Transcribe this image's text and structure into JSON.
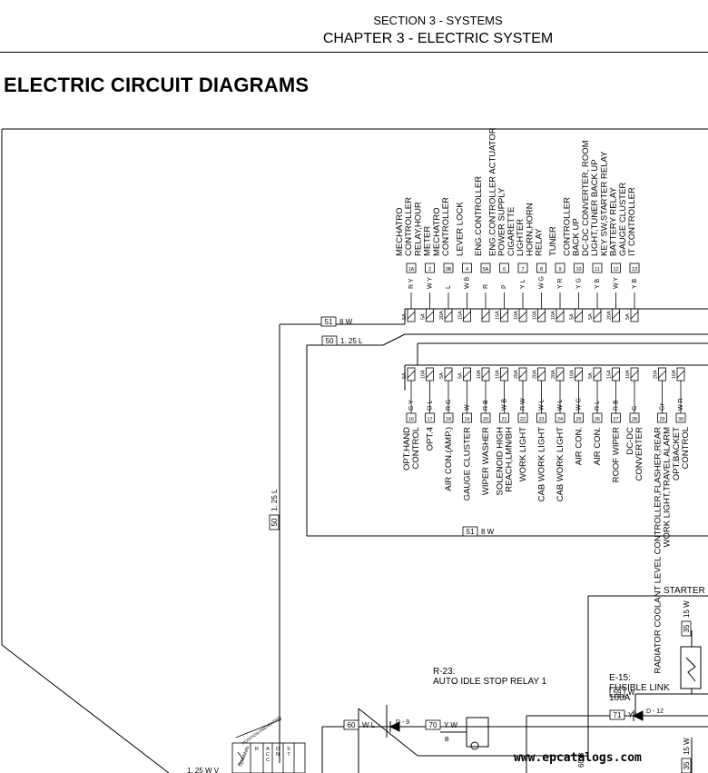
{
  "header": {
    "section": "SECTION 3 - SYSTEMS",
    "chapter": "CHAPTER 3 - ELECTRIC SYSTEM"
  },
  "page_title": "ELECTRIC CIRCUIT DIAGRAMS",
  "top_fuses": [
    {
      "label": "MECHATRO CONTROLLER",
      "num": "1A",
      "wire": "R Y",
      "amp": "5A"
    },
    {
      "label": "RELAY,HOUR METER",
      "num": "2",
      "wire": "W Y",
      "amp": "5A"
    },
    {
      "label": "MECHATRO CONTROLLER",
      "num": "3B",
      "wire": "L",
      "amp": "20A"
    },
    {
      "label": "LEVER LOCK",
      "num": "4",
      "wire": "W B",
      "amp": "15A"
    },
    {
      "label": "ENG.CONTROLLER",
      "num": "5A",
      "wire": "R",
      "amp": ""
    },
    {
      "label": "ENG.CONTROLLER ACTUATOR POWER SUPPLY",
      "num": "6",
      "wire": "P",
      "amp": "15A"
    },
    {
      "label": "CIGARETTE LIGHTER",
      "num": "7",
      "wire": "Y L",
      "amp": "10A"
    },
    {
      "label": "HORN,HORN RELAY",
      "num": "8",
      "wire": "W G",
      "amp": "10A"
    },
    {
      "label": "TUNER",
      "num": "9",
      "wire": "Y R",
      "amp": "10A"
    },
    {
      "label": "CONTROLLER BACK UP",
      "num": "10",
      "wire": "Y G",
      "amp": "5A"
    },
    {
      "label": "DC-DC CONVERTER, ROOM LIGHT,TUNER BACK UP",
      "num": "11",
      "wire": "Y B",
      "amp": "5A"
    },
    {
      "label": "KEY SW,STARTER RELAY BATTERY RELAY",
      "num": "12",
      "wire": "W Y",
      "amp": "20A"
    },
    {
      "label": "GAUGE CLUSTER IT CONTROLLER",
      "num": "13",
      "wire": "Y B",
      "amp": "5A"
    }
  ],
  "bottom_fuses": [
    {
      "label": "OPT.HAND CONTROL",
      "num": "16",
      "wire": "G Y",
      "amp": "5A"
    },
    {
      "label": "OPT.4",
      "num": "17",
      "wire": "O L",
      "amp": "10A"
    },
    {
      "label": "AIR CON.(AMP.)",
      "num": "18",
      "wire": "R G",
      "amp": "5A"
    },
    {
      "label": "GAUGE CLUSTER",
      "num": "19",
      "wire": "W",
      "amp": "5A"
    },
    {
      "label": "WIPER WASHER",
      "num": "20",
      "wire": "R B",
      "amp": "10A"
    },
    {
      "label": "SOLENOID HIGH REACH,LMN/BH",
      "num": "21",
      "wire": "W B",
      "amp": "10A"
    },
    {
      "label": "WORK LIGHT",
      "num": "22",
      "wire": "R W",
      "amp": "20A"
    },
    {
      "label": "CAB WORK LIGHT",
      "num": "23",
      "wire": "W L",
      "amp": "20A"
    },
    {
      "label": "CAB WORK LIGHT",
      "num": "24",
      "wire": "W L",
      "amp": "20A"
    },
    {
      "label": "AIR CON.",
      "num": "25",
      "wire": "W G",
      "amp": "10A"
    },
    {
      "label": "AIR CON.",
      "num": "26",
      "wire": "R L",
      "amp": "5A"
    },
    {
      "label": "ROOF WIPER",
      "num": "27",
      "wire": "R B",
      "amp": "15A"
    },
    {
      "label": "DC-DC CONVERTER",
      "num": "28",
      "wire": "G",
      "amp": "10A"
    },
    {
      "label": "RADIATOR COOLANT LEVEL CONTROLLER,FLASHER,REAR WORK LIGHT,TRAVEL ALARM",
      "num": "29",
      "wire": "Gr",
      "amp": "20A"
    },
    {
      "label": "OPT.BACKET CONTROL",
      "num": "30",
      "wire": "W R",
      "amp": "10A"
    }
  ],
  "wires": {
    "w51_top": {
      "num": "51",
      "spec": "8 W"
    },
    "w50_top": {
      "num": "50",
      "spec": "1. 25 L"
    },
    "w50_vert": {
      "num": "50",
      "spec": "1. 25 L"
    },
    "w51_bottom": {
      "num": "51",
      "spec": "8 W"
    },
    "w60": {
      "num": "60",
      "spec": "W L"
    },
    "w70": {
      "num": "70",
      "spec": "Y W"
    },
    "w59": {
      "num": "59",
      "spec": "W"
    },
    "w71": {
      "num": "71",
      "spec": "Y L"
    },
    "w35_top": {
      "num": "35",
      "spec": "15 W"
    },
    "w35_bottom": {
      "num": "35",
      "spec": "15 W"
    },
    "w60b": {
      "spec": "60 B"
    },
    "w_low": {
      "spec": "1. 25 W V"
    }
  },
  "components": {
    "starter": "STARTER",
    "fusible_link_id": "E-15:",
    "fusible_link_name": "FUSIBLE LINK",
    "fusible_link_amp": "100A",
    "relay_id": "R-23:",
    "relay_name": "AUTO IDLE STOP RELAY 1",
    "diode_1": "D - 9",
    "diode_2": "D - 12",
    "relay_b": "B"
  },
  "key_switch": {
    "heading": "TERMINAL",
    "sub": "POSITION  PREHEATING",
    "cols": [
      "R",
      "A C C",
      "O N",
      "S T"
    ]
  },
  "watermark": "www.epcatalogs.com"
}
